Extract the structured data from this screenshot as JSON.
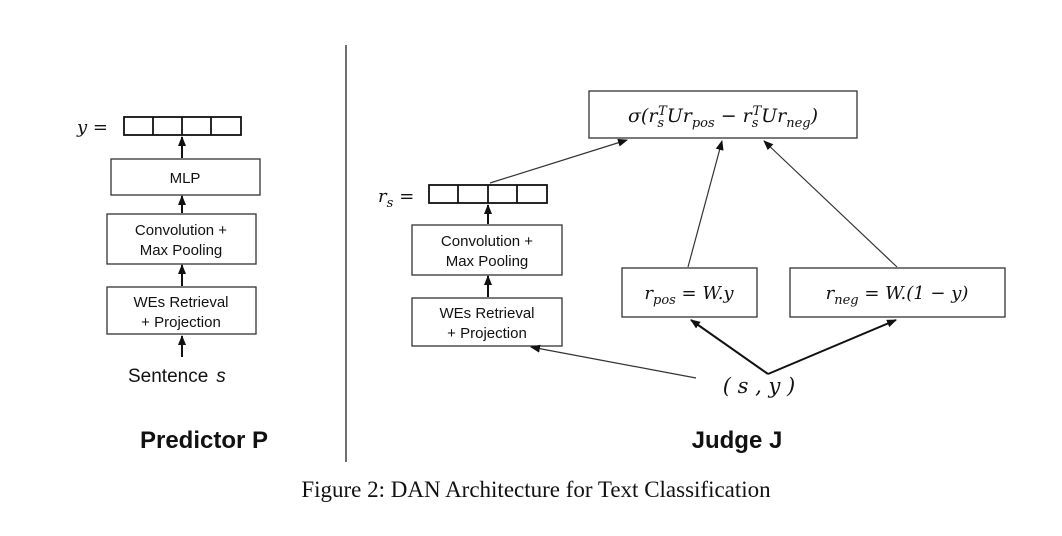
{
  "predictor": {
    "title": "Predictor P",
    "output_label": "y =",
    "mlp": "MLP",
    "conv_line1": "Convolution +",
    "conv_line2": "Max Pooling",
    "wes_line1": "WEs Retrieval",
    "wes_line2": "+ Projection",
    "input_text": "Sentence",
    "input_var": "s"
  },
  "judge": {
    "title": "Judge J",
    "rs_var": "r",
    "rs_sub": "s",
    "rs_eq": "=",
    "conv_line1": "Convolution +",
    "conv_line2": "Max Pooling",
    "wes_line1": "WEs Retrieval",
    "wes_line2": "+ Projection",
    "sigma_formula": {
      "head": "σ(r",
      "sub1": "s",
      "sup1": "T",
      "mid1": "Ur",
      "sub2": "pos",
      "mid2": "  − r",
      "sub3": "s",
      "sup3": "T",
      "mid3": "Ur",
      "sub4": "neg",
      "tail": ")"
    },
    "rpos": {
      "r": "r",
      "sub": "pos",
      "rest": " = W.y"
    },
    "rneg": {
      "r": "r",
      "sub": "neg",
      "rest": " = W.(1 − y)"
    },
    "input": "( s , y )"
  },
  "caption": "Figure 2: DAN Architecture for Text Classification"
}
